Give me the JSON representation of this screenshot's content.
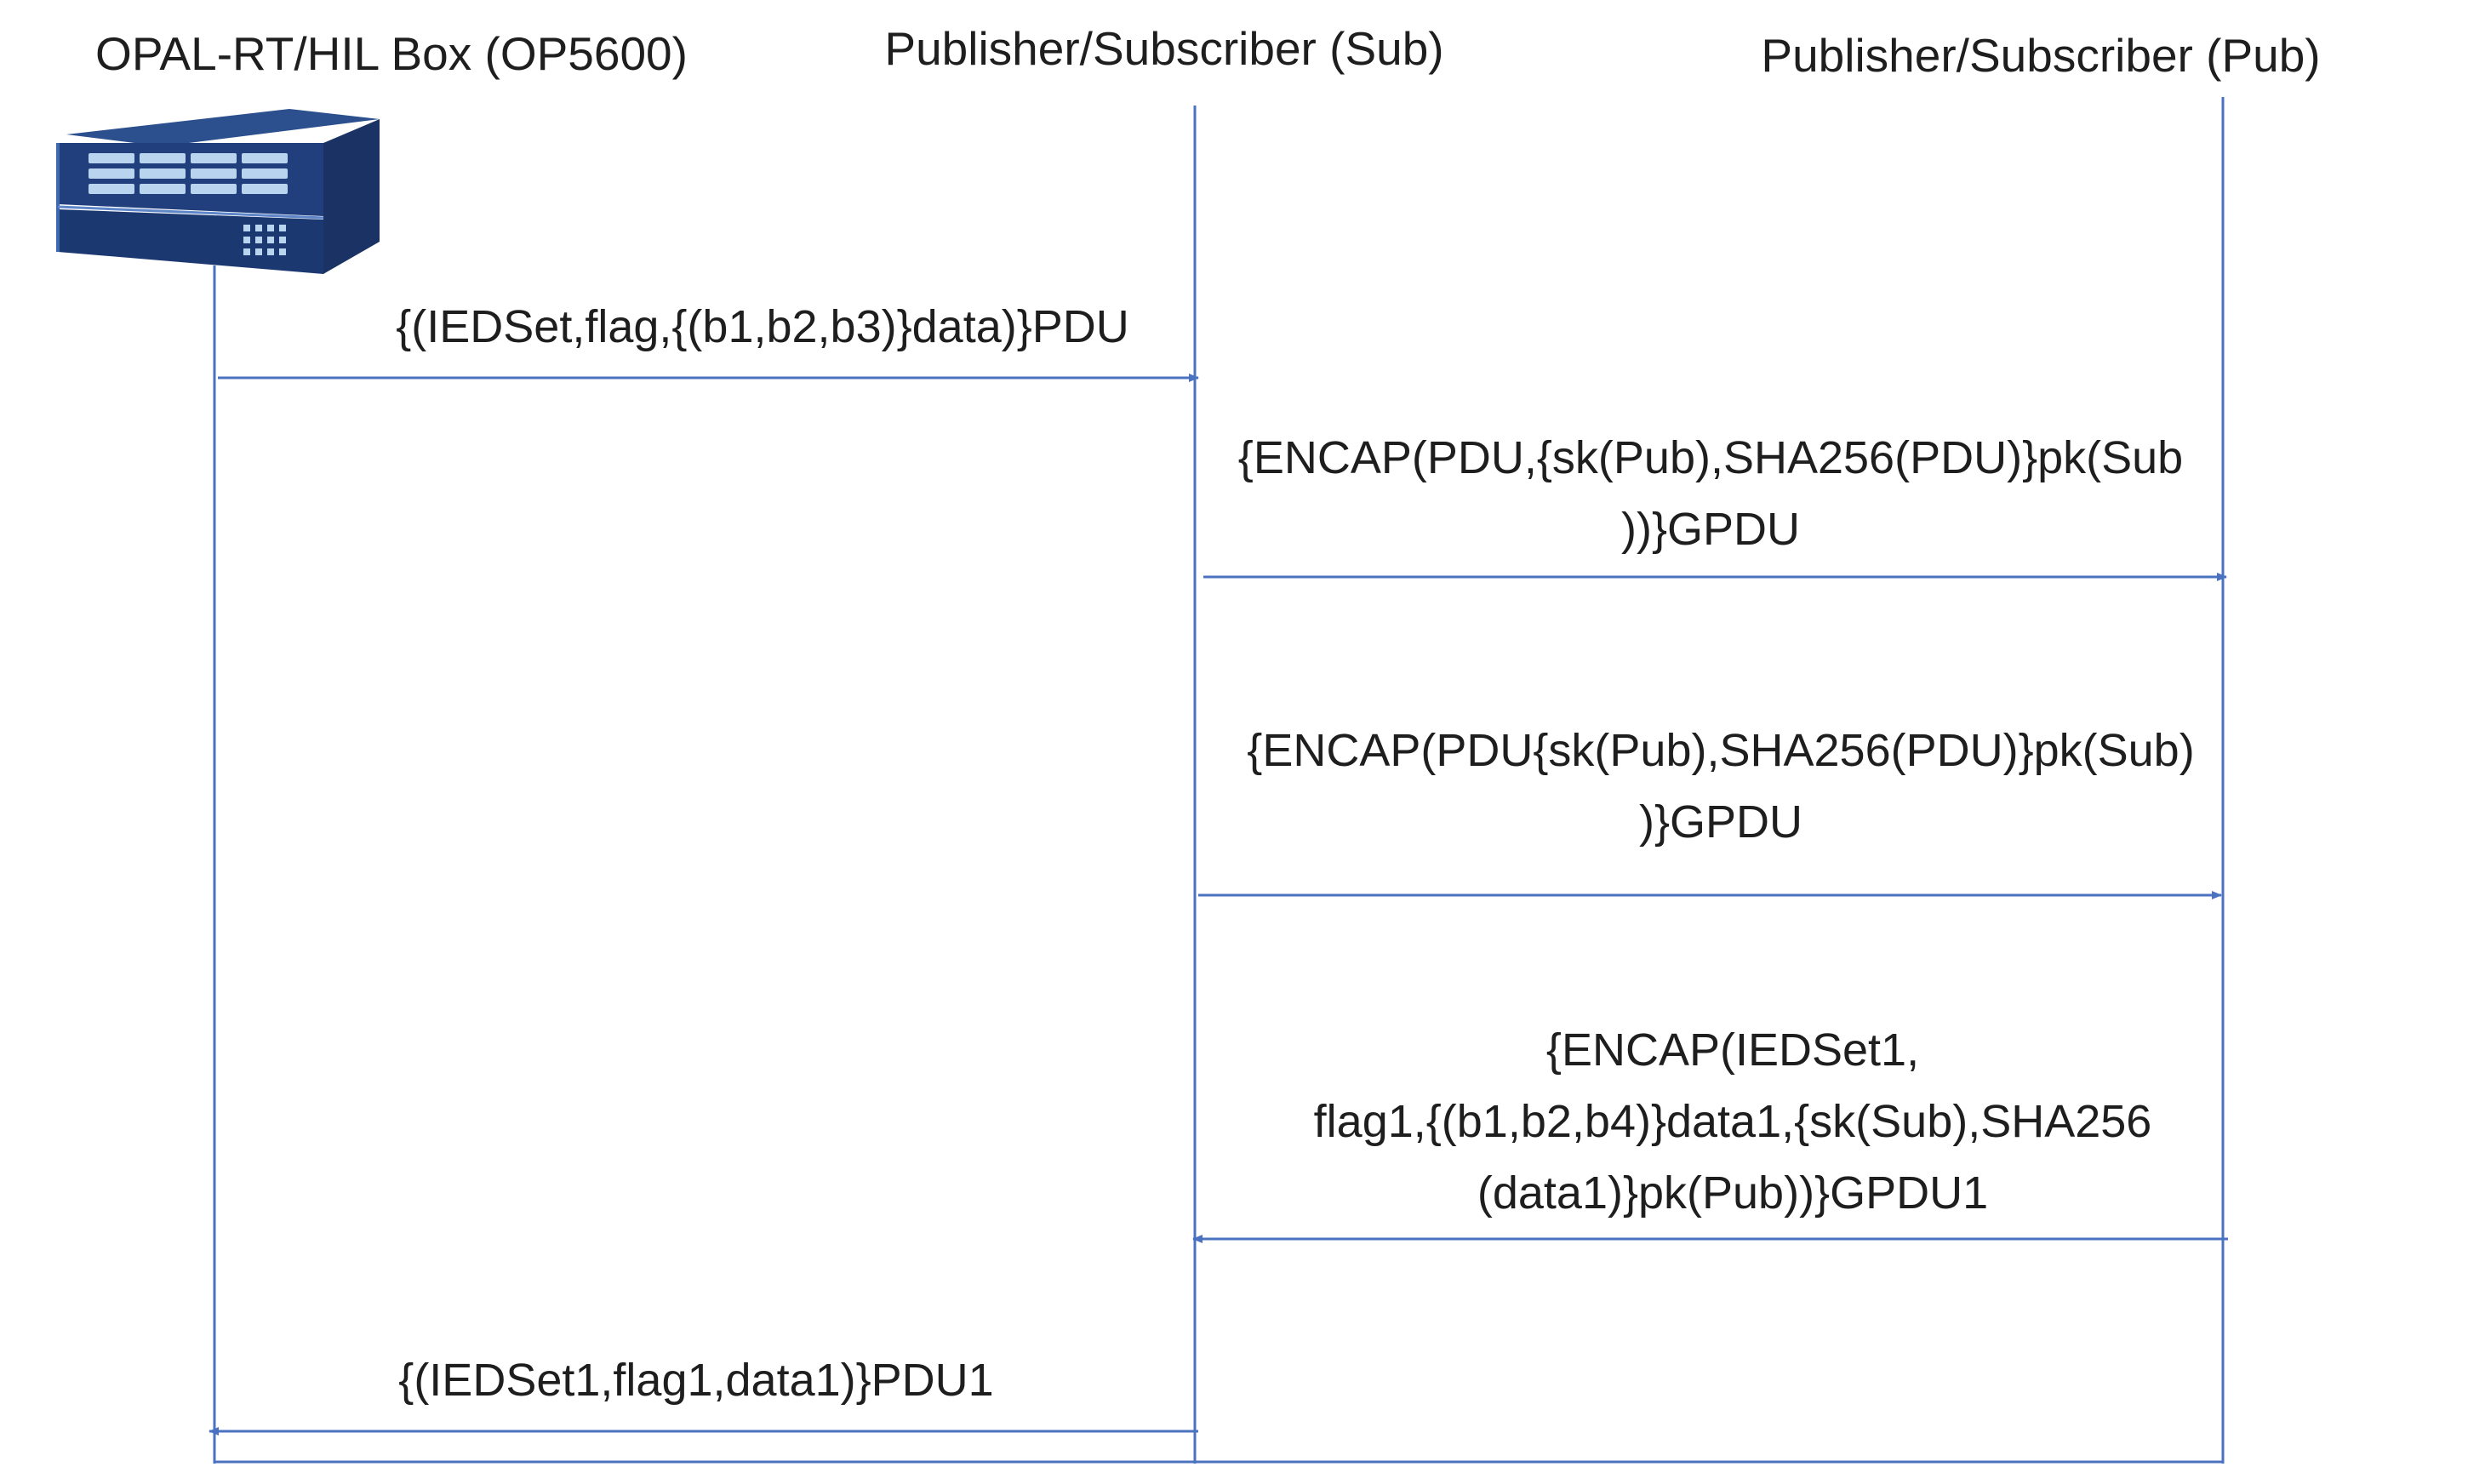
{
  "participants": [
    {
      "id": "hil",
      "label": "OPAL-RT/HIL Box (OP5600)"
    },
    {
      "id": "sub",
      "label": "Publisher/Subscriber (Sub)"
    },
    {
      "id": "pub",
      "label": "Publisher/Subscriber (Pub)"
    }
  ],
  "messages": [
    {
      "from": "hil",
      "to": "sub",
      "lines": [
        "{(IEDSet,flag,{(b1,b2,b3)}data)}PDU"
      ]
    },
    {
      "from": "sub",
      "to": "pub",
      "lines": [
        "{ENCAP(PDU,{sk(Pub),SHA256(PDU)}pk(Sub",
        "))}GPDU"
      ]
    },
    {
      "from": "sub",
      "to": "pub",
      "lines": [
        "{ENCAP(PDU{sk(Pub),SHA256(PDU)}pk(Sub)",
        ")}GPDU"
      ]
    },
    {
      "from": "pub",
      "to": "sub",
      "lines": [
        "{ENCAP(IEDSet1,",
        "flag1,{(b1,b2,b4)}data1,{sk(Sub),SHA256",
        "(data1)}pk(Pub))}GPDU1"
      ]
    },
    {
      "from": "sub",
      "to": "hil",
      "lines": [
        "{(IEDSet1,flag1,data1)}PDU1"
      ]
    }
  ],
  "colors": {
    "line": "#4a72c0",
    "device_body": "#1f3b73",
    "device_panel": "#2a4f8f",
    "device_ports": "#b9d4ef",
    "text": "#1e1e1e"
  },
  "icons": {
    "device": "server-rack-icon"
  }
}
